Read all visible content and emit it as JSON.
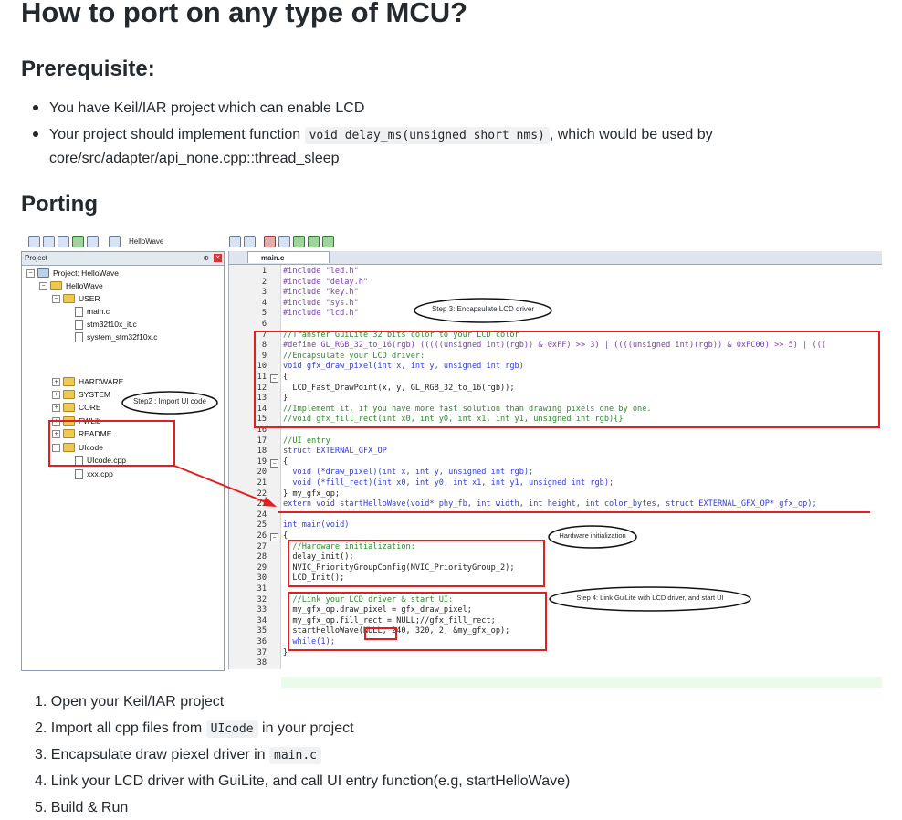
{
  "title": "How to port on any type of MCU?",
  "prerequisite": {
    "heading": "Prerequisite:",
    "bullet1": "You have Keil/IAR project which can enable LCD",
    "bullet2_pre": "Your project should implement function ",
    "bullet2_code": "void delay_ms(unsigned short nms)",
    "bullet2_post": ", which would be used by",
    "bullet2_line2": "core/src/adapter/api_none.cpp::thread_sleep"
  },
  "porting": {
    "heading": "Porting",
    "toolbar_project": "HelloWave",
    "panel_title": "Project",
    "tab_name": "main.c",
    "tree": {
      "root": "Project: HelloWave",
      "target": "HelloWave",
      "user": "USER",
      "main": "main.c",
      "stm": "stm32f10x_it.c",
      "system": "system_stm32f10x.c",
      "hardware": "HARDWARE",
      "sys": "SYSTEM",
      "core": "CORE",
      "fwlib": "FWLib",
      "readme": "README",
      "uicode": "UIcode",
      "uicode_cpp": "UIcode.cpp",
      "xxx_cpp": "xxx.cpp"
    },
    "callouts": {
      "step3": "Step 3: Encapsulate LCD driver",
      "step2": "Step2 : Import UI code",
      "hw": "Hardware initialization",
      "step4": "Step 4: Link GuiLite with LCD driver, and start UI"
    },
    "code": [
      {
        "n": "1",
        "t": "#include \"led.h\""
      },
      {
        "n": "2",
        "t": "#include \"delay.h\""
      },
      {
        "n": "3",
        "t": "#include \"key.h\""
      },
      {
        "n": "4",
        "t": "#include \"sys.h\""
      },
      {
        "n": "5",
        "t": "#include \"lcd.h\""
      },
      {
        "n": "6",
        "t": ""
      },
      {
        "n": "7",
        "t": "//Transfer GuiLite 32 bits color to your LCD color"
      },
      {
        "n": "8",
        "t": "#define GL_RGB_32_to_16(rgb) (((((unsigned int)(rgb)) & 0xFF) >> 3) | ((((unsigned int)(rgb)) & 0xFC00) >> 5) | ((("
      },
      {
        "n": "9",
        "t": "//Encapsulate your LCD driver:"
      },
      {
        "n": "10",
        "t": "void gfx_draw_pixel(int x, int y, unsigned int rgb)"
      },
      {
        "n": "11",
        "t": "{"
      },
      {
        "n": "12",
        "t": "  LCD_Fast_DrawPoint(x, y, GL_RGB_32_to_16(rgb));"
      },
      {
        "n": "13",
        "t": "}"
      },
      {
        "n": "14",
        "t": "//Implement it, if you have more fast solution than drawing pixels one by one."
      },
      {
        "n": "15",
        "t": "//void gfx_fill_rect(int x0, int y0, int x1, int y1, unsigned int rgb){}"
      },
      {
        "n": "16",
        "t": ""
      },
      {
        "n": "17",
        "t": "//UI entry"
      },
      {
        "n": "18",
        "t": "struct EXTERNAL_GFX_OP"
      },
      {
        "n": "19",
        "t": "{"
      },
      {
        "n": "20",
        "t": "  void (*draw_pixel)(int x, int y, unsigned int rgb);"
      },
      {
        "n": "21",
        "t": "  void (*fill_rect)(int x0, int y0, int x1, int y1, unsigned int rgb);"
      },
      {
        "n": "22",
        "t": "} my_gfx_op;"
      },
      {
        "n": "23",
        "t": "extern void startHelloWave(void* phy_fb, int width, int height, int color_bytes, struct EXTERNAL_GFX_OP* gfx_op);"
      },
      {
        "n": "24",
        "t": ""
      },
      {
        "n": "25",
        "t": "int main(void)"
      },
      {
        "n": "26",
        "t": "{"
      },
      {
        "n": "27",
        "t": "  //Hardware initialization:"
      },
      {
        "n": "28",
        "t": "  delay_init();"
      },
      {
        "n": "29",
        "t": "  NVIC_PriorityGroupConfig(NVIC_PriorityGroup_2);"
      },
      {
        "n": "30",
        "t": "  LCD_Init();"
      },
      {
        "n": "31",
        "t": ""
      },
      {
        "n": "32",
        "t": "  //Link your LCD driver & start UI:"
      },
      {
        "n": "33",
        "t": "  my_gfx_op.draw_pixel = gfx_draw_pixel;"
      },
      {
        "n": "34",
        "t": "  my_gfx_op.fill_rect = NULL;//gfx_fill_rect;"
      },
      {
        "n": "35",
        "t": "  startHelloWave(NULL, 240, 320, 2, &my_gfx_op);"
      },
      {
        "n": "36",
        "t": "  while(1);"
      },
      {
        "n": "37",
        "t": "}"
      },
      {
        "n": "38",
        "t": ""
      }
    ]
  },
  "steps": {
    "s1": "1. Open your Keil/IAR project",
    "s2_pre": "2. Import all cpp files from ",
    "s2_code": "UIcode",
    "s2_post": " in your project",
    "s3_pre": "3. Encapsulate draw piexel driver in ",
    "s3_code": "main.c",
    "s4": "4. Link your LCD driver with GuiLite, and call UI entry function(e.g, startHelloWave)",
    "s5": "5. Build & Run"
  },
  "colors": {
    "heading": "#24292e",
    "annotation_red": "#e02020",
    "comment_green": "#2c8a2c",
    "keyword_blue": "#2f3fd6",
    "preproc_purple": "#7a3fb0"
  }
}
